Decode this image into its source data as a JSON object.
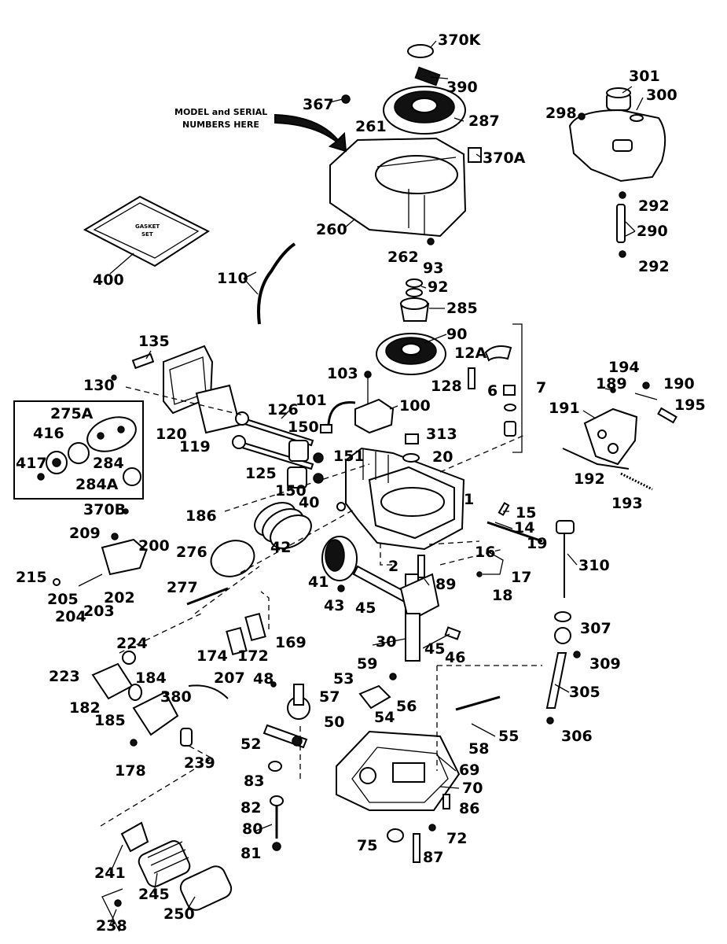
{
  "header": {
    "left": "",
    "middle": "",
    "right": ""
  },
  "callout": {
    "line1": "MODEL and SERIAL",
    "line2": "NUMBERS HERE"
  },
  "gasket_set_text": {
    "line1": "GASKET",
    "line2": "SET"
  },
  "labels": {
    "p370K": "370K",
    "p390": "390",
    "p367": "367",
    "p261": "261",
    "p287": "287",
    "p370A": "370A",
    "p260": "260",
    "p262": "262",
    "p301": "301",
    "p300": "300",
    "p298": "298",
    "p292a": "292",
    "p290": "290",
    "p292b": "292",
    "p400": "400",
    "p110": "110",
    "p93": "93",
    "p92": "92",
    "p285": "285",
    "p90": "90",
    "p12A": "12A",
    "p135": "135",
    "p103": "103",
    "p128": "128",
    "p7": "7",
    "p6": "6",
    "p130": "130",
    "p101": "101",
    "p100": "100",
    "p126": "126",
    "p275A": "275A",
    "p120": "120",
    "p119": "119",
    "p150a": "150",
    "p313": "313",
    "p194": "194",
    "p189": "189",
    "p190": "190",
    "p195": "195",
    "p191": "191",
    "p416": "416",
    "p417": "417",
    "p284": "284",
    "p284A": "284A",
    "p125": "125",
    "p151": "151",
    "p20": "20",
    "p192": "192",
    "p150b": "150",
    "p40": "40",
    "p1": "1",
    "p193": "193",
    "p370B": "370B",
    "p186": "186",
    "p15": "15",
    "p14": "14",
    "p209": "209",
    "p200": "200",
    "p42": "42",
    "p19": "19",
    "p276": "276",
    "p16": "16",
    "p310": "310",
    "p215": "215",
    "p205": "205",
    "p202": "202",
    "p2": "2",
    "p17": "17",
    "p204": "204",
    "p203": "203",
    "p41": "41",
    "p89": "89",
    "p18": "18",
    "p277": "277",
    "p43": "43",
    "p45a": "45",
    "p307": "307",
    "p224": "224",
    "p169": "169",
    "p174": "174",
    "p172": "172",
    "p30": "30",
    "p45b": "45",
    "p46": "46",
    "p309": "309",
    "p223": "223",
    "p184": "184",
    "p207": "207",
    "p48": "48",
    "p53": "53",
    "p59": "59",
    "p305": "305",
    "p182": "182",
    "p380": "380",
    "p57": "57",
    "p56": "56",
    "p185": "185",
    "p54": "54",
    "p50": "50",
    "p55": "55",
    "p306": "306",
    "p52": "52",
    "p58": "58",
    "p178": "178",
    "p239": "239",
    "p69": "69",
    "p83": "83",
    "p70": "70",
    "p82": "82",
    "p86": "86",
    "p80": "80",
    "p72": "72",
    "p75": "75",
    "p81": "81",
    "p87": "87",
    "p241": "241",
    "p245": "245",
    "p250": "250",
    "p238": "238"
  }
}
